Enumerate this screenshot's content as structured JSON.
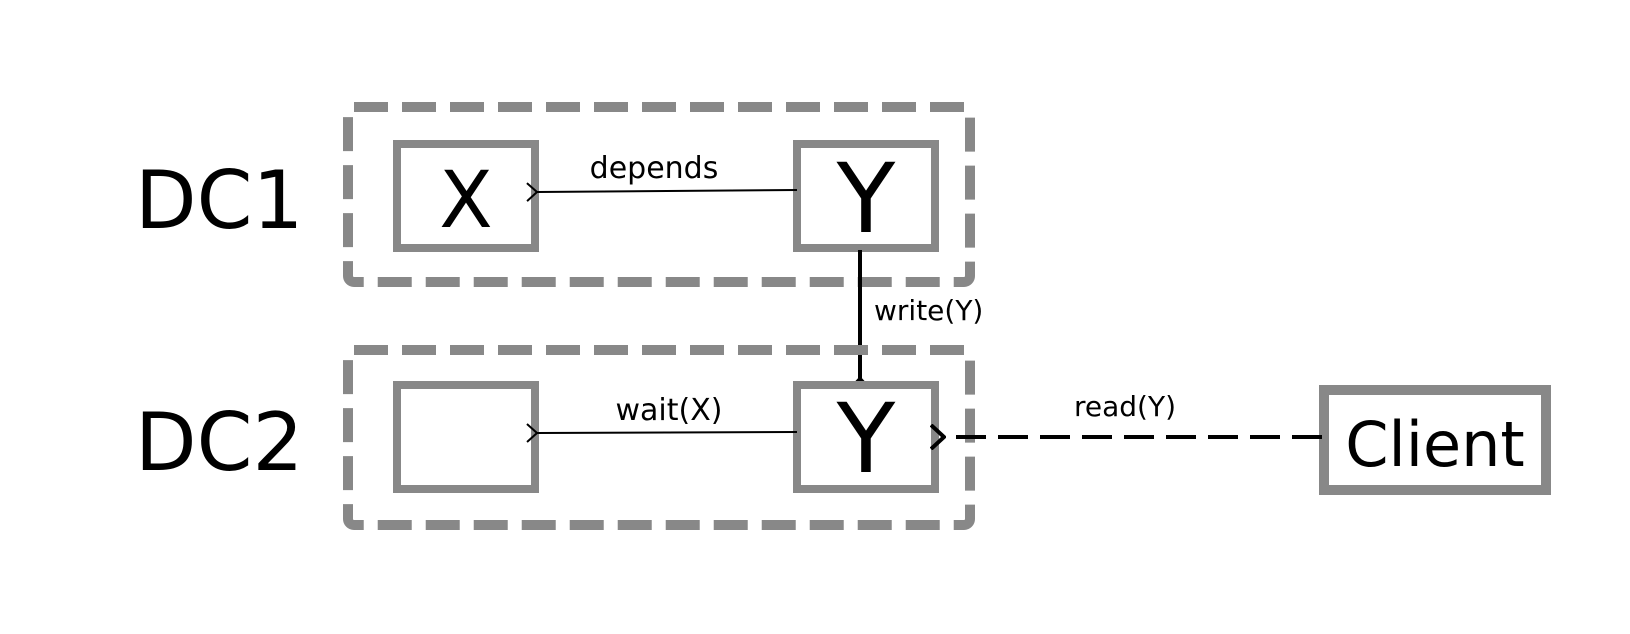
{
  "dc1": {
    "label": "DC1",
    "node_x": "X",
    "node_y": "Y"
  },
  "dc2": {
    "label": "DC2",
    "node_empty": "",
    "node_y": "Y"
  },
  "client": {
    "label": "Client"
  },
  "edges": {
    "depends": "depends",
    "write": "write(Y)",
    "wait": "wait(X)",
    "read": "read(Y)"
  },
  "colors": {
    "box_stroke": "#888888",
    "text": "#000000",
    "arrow": "#000000"
  }
}
